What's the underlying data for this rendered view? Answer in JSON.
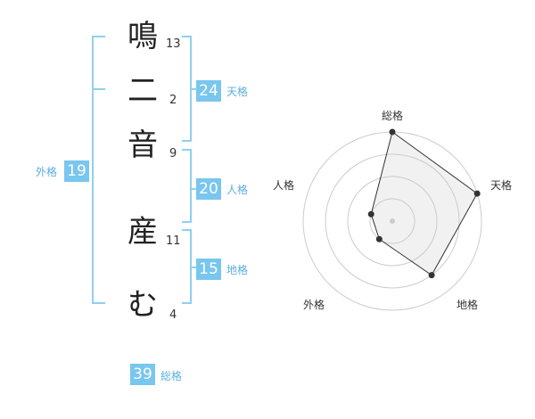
{
  "name": {
    "chars": [
      {
        "char": "鳴",
        "strokes": "13"
      },
      {
        "char": "二",
        "strokes": "2"
      },
      {
        "char": "音",
        "strokes": "9"
      },
      {
        "char": "産",
        "strokes": "11"
      },
      {
        "char": "む",
        "strokes": "4"
      }
    ]
  },
  "fortunes": {
    "tenkaku": {
      "value": "24",
      "label": "天格"
    },
    "jinkaku": {
      "value": "20",
      "label": "人格"
    },
    "chikaku": {
      "value": "15",
      "label": "地格"
    },
    "gaikaku": {
      "value": "19",
      "label": "外格"
    },
    "soukaku": {
      "value": "39",
      "label": "総格"
    }
  },
  "colors": {
    "accent": "#79c6ef",
    "bracket": "#8fcff2",
    "label": "#5aaee0"
  },
  "chart_data": {
    "type": "radar",
    "axes": [
      "総格",
      "天格",
      "地格",
      "外格",
      "人格"
    ],
    "values": [
      4,
      4,
      3,
      1,
      1
    ],
    "max": 4,
    "rings": 4
  }
}
